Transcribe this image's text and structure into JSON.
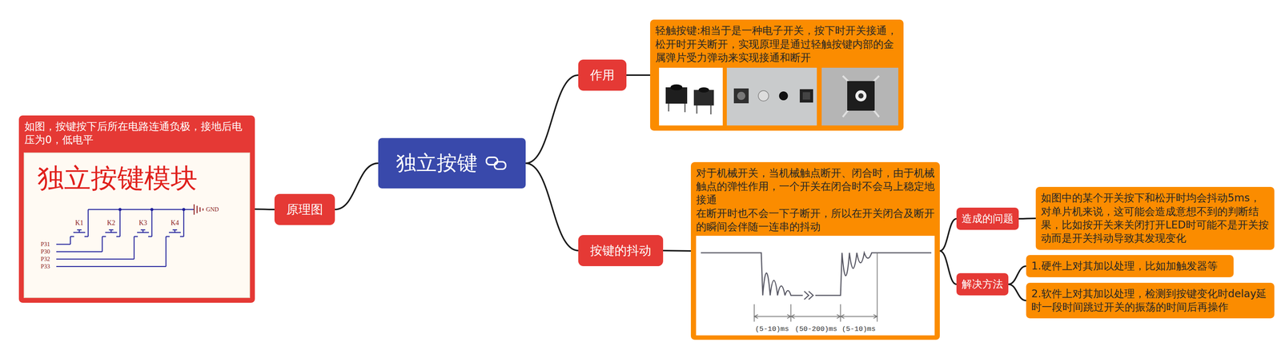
{
  "diagram": {
    "nodes": [
      {
        "text": [
          "独立按键"
        ]
      },
      {
        "text": [
          "原理图"
        ]
      },
      {
        "text": [
          "如图，按键按下后所在电路连通负极，接地后电压为0，低电平"
        ]
      },
      {
        "text": [
          "作用"
        ]
      },
      {
        "text": [
          "轻触按键:相当于是一种电子开关，按下时开关接通，松开时开关断开，实现原理是通过轻触按键内部的金属弹片受力弹动来实现接通和断开"
        ]
      },
      {
        "text": [
          "按键的抖动"
        ]
      },
      {
        "text": [
          "对于机械开关，当机械触点断开、闭合时，由于机械触点的弹性作用，一个开关在闭合时不会马上稳定地接通",
          "在断开时也不会一下子断开，所以在开关闭合及断开的瞬间会伴随一连串的抖动"
        ]
      },
      {
        "text": [
          "造成的问题"
        ]
      },
      {
        "text": [
          "如图中的某个开关按下和松开时均会抖动5ms，对单片机来说，这可能会造成意想不到的判断结果，比如按开关来关闭打开LED时可能不是开关按动而是开关抖动导致其发现变化"
        ]
      },
      {
        "text": [
          "解决方法"
        ]
      },
      {
        "text": [
          "1.硬件上对其加以处理，比如加触发器等"
        ]
      },
      {
        "text": [
          "2.软件上对其加以处理，检测到按键变化时delay延时一段时间跳过开关的振荡的时间后再操作"
        ]
      }
    ],
    "edges": [
      {
        "from": 0,
        "to": 1,
        "arrow": "none"
      },
      {
        "from": 1,
        "to": 2,
        "arrow": "none"
      },
      {
        "from": 0,
        "to": 3,
        "arrow": "none"
      },
      {
        "from": 3,
        "to": 4,
        "arrow": "none"
      },
      {
        "from": 0,
        "to": 5,
        "arrow": "none"
      },
      {
        "from": 5,
        "to": 6,
        "arrow": "none"
      },
      {
        "from": 6,
        "to": 7,
        "arrow": "none"
      },
      {
        "from": 6,
        "to": 9,
        "arrow": "none"
      },
      {
        "from": 7,
        "to": 8,
        "arrow": "none"
      },
      {
        "from": 9,
        "to": 10,
        "arrow": "none"
      },
      {
        "from": 9,
        "to": 11,
        "arrow": "none"
      }
    ],
    "labels": [
      "独立按键模块",
      "K1",
      "K2",
      "K3",
      "K4",
      "GND",
      "P31",
      "P30",
      "P32",
      "P33",
      "(5-10)ms",
      "(50-200)ms",
      "(5-10)ms"
    ]
  }
}
